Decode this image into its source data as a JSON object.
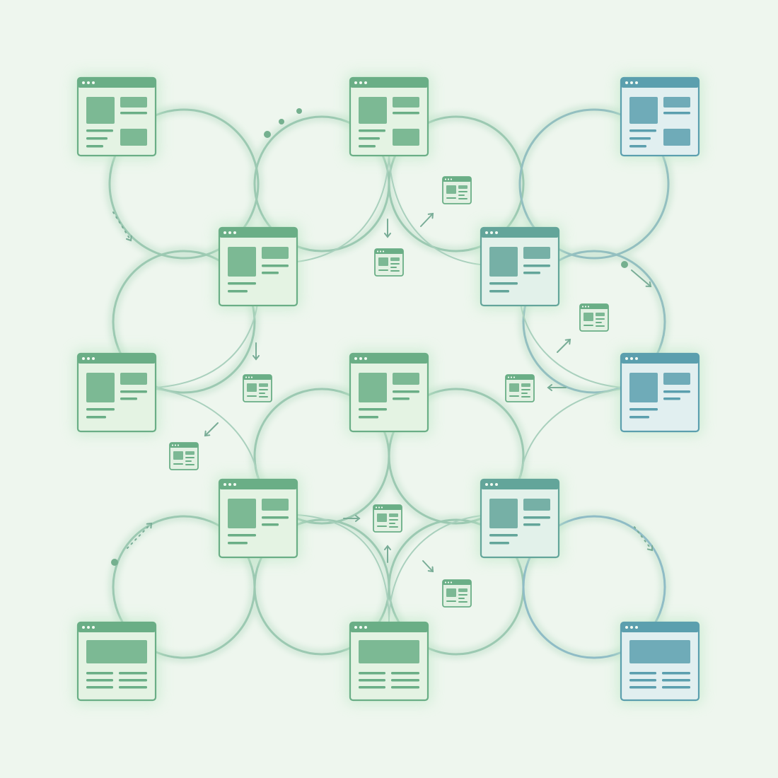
{
  "colors": {
    "background": "#eef6ee",
    "link": "#9cc9b2",
    "link_glow": "#c7e3d0",
    "card_fill": "#e4f3e3",
    "green_accent": "#6aae86",
    "teal_accent": "#5b9fae",
    "arrow": "#79ad97",
    "dot": "#75b08f"
  },
  "windows": [
    {
      "id": "w-r1-left",
      "layout": "split",
      "tint": "green"
    },
    {
      "id": "w-r1-center",
      "layout": "split",
      "tint": "green"
    },
    {
      "id": "w-r1-right",
      "layout": "split",
      "tint": "teal"
    },
    {
      "id": "w-r2-left",
      "layout": "compact",
      "tint": "green"
    },
    {
      "id": "w-r2-right",
      "layout": "compact",
      "tint": "teal-green"
    },
    {
      "id": "w-r3-left",
      "layout": "compact",
      "tint": "green"
    },
    {
      "id": "w-r3-center",
      "layout": "compact",
      "tint": "green"
    },
    {
      "id": "w-r3-right",
      "layout": "compact",
      "tint": "teal"
    },
    {
      "id": "w-r4-left",
      "layout": "compact",
      "tint": "green"
    },
    {
      "id": "w-r4-right",
      "layout": "compact",
      "tint": "teal-green"
    },
    {
      "id": "w-r5-left",
      "layout": "banner",
      "tint": "green"
    },
    {
      "id": "w-r5-center",
      "layout": "banner",
      "tint": "green"
    },
    {
      "id": "w-r5-right",
      "layout": "banner",
      "tint": "teal"
    }
  ],
  "mini_windows": [
    "m1",
    "m2",
    "m3",
    "m4",
    "m5",
    "m6",
    "m7",
    "m8"
  ],
  "arrow_directions": [
    "down-right",
    "down",
    "up-right",
    "down-right",
    "down",
    "up-right",
    "left",
    "down-left",
    "up-right",
    "right",
    "up",
    "down-right",
    "down-right"
  ]
}
